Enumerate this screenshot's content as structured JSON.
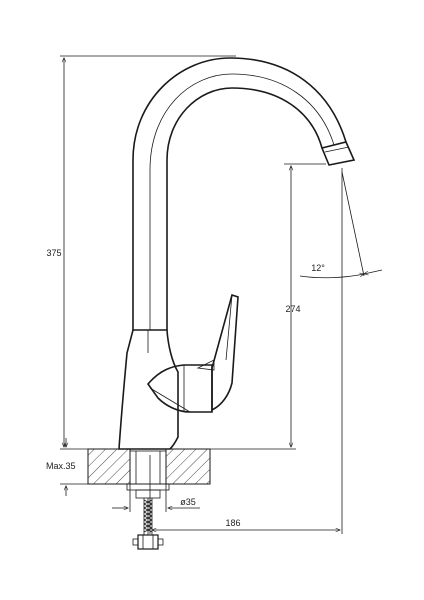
{
  "dimensions": {
    "total_height": "375",
    "spout_height": "274",
    "swivel_angle": "12°",
    "max_counter_thickness": "Max.35",
    "hole_diameter": "ø35",
    "spout_reach": "186"
  }
}
